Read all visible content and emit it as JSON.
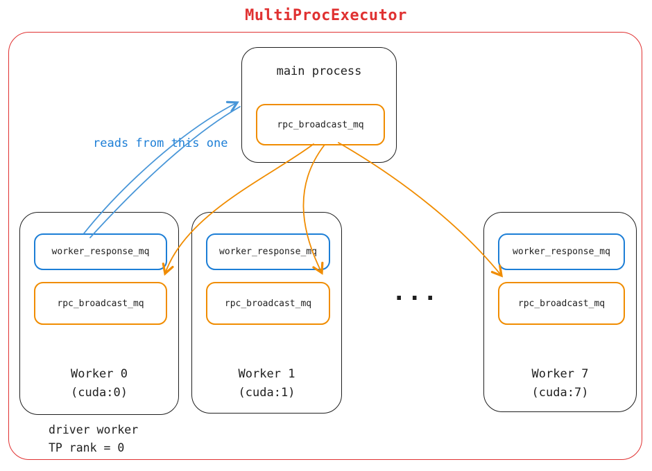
{
  "title": "MultiProcExecutor",
  "colors": {
    "frame_red": "#e03131",
    "queue_orange": "#f08c00",
    "queue_blue": "#1c7ed6",
    "arrow_blue": "#4896d8",
    "ink": "#1e1e1e"
  },
  "main_process": {
    "label": "main process",
    "broadcast_queue": "rpc_broadcast_mq"
  },
  "annotations": {
    "reads_from": "reads from this one",
    "ellipsis": "...",
    "footnote_line1": "driver worker",
    "footnote_line2": "TP rank = 0"
  },
  "workers": [
    {
      "name": "Worker 0",
      "device": "(cuda:0)",
      "response_queue": "worker_response_mq",
      "broadcast_queue": "rpc_broadcast_mq"
    },
    {
      "name": "Worker 1",
      "device": "(cuda:1)",
      "response_queue": "worker_response_mq",
      "broadcast_queue": "rpc_broadcast_mq"
    },
    {
      "name": "Worker 7",
      "device": "(cuda:7)",
      "response_queue": "worker_response_mq",
      "broadcast_queue": "rpc_broadcast_mq"
    }
  ]
}
